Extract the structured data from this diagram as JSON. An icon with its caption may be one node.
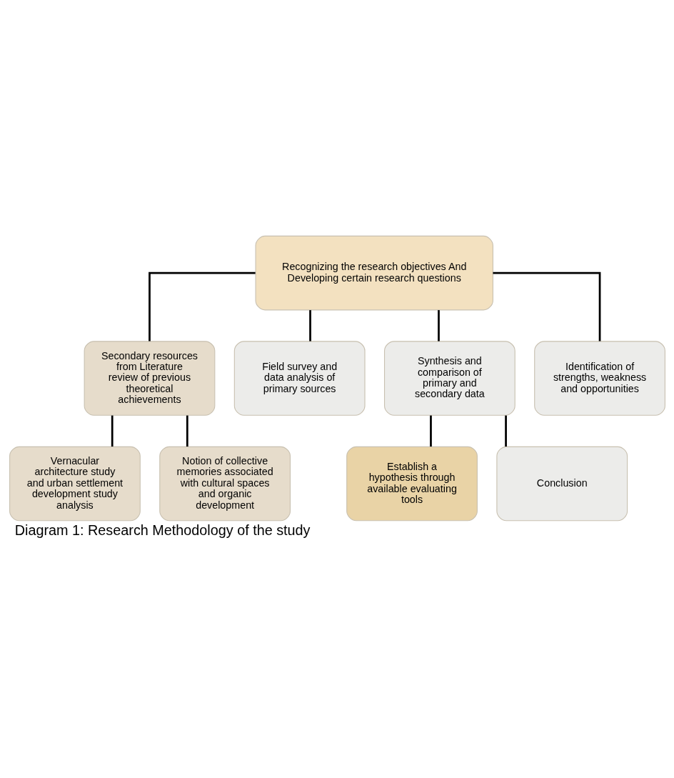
{
  "diagram": {
    "caption": "Diagram 1: Research Methodology of the study",
    "nodes": [
      {
        "text": [
          "Recognizing the research objectives And Developing certain research questions"
        ]
      },
      {
        "text": [
          "Secondary resources from Literature review of previous theoretical achievements"
        ]
      },
      {
        "text": [
          "Vernacular architecture study and urban settlement development study analysis"
        ]
      },
      {
        "text": [
          "Notion of collective memories associated with cultural spaces and organic development"
        ]
      },
      {
        "text": [
          "Field survey and data analysis of primary sources"
        ]
      },
      {
        "text": [
          "Synthesis and comparison of primary and secondary data"
        ]
      },
      {
        "text": [
          "Identification of strengths, weakness and opportunities"
        ]
      },
      {
        "text": [
          "Establish a hypothesis through available evaluating tools"
        ]
      },
      {
        "text": [
          "Conclusion"
        ]
      }
    ],
    "edges": [
      {
        "from": 0,
        "to": 1,
        "arrow": "none"
      },
      {
        "from": 1,
        "to": 2,
        "arrow": "none"
      },
      {
        "from": 1,
        "to": 3,
        "arrow": "none"
      },
      {
        "from": 0,
        "to": 4,
        "arrow": "none"
      },
      {
        "from": 0,
        "to": 5,
        "arrow": "none"
      },
      {
        "from": 0,
        "to": 6,
        "arrow": "none"
      },
      {
        "from": 5,
        "to": 7,
        "arrow": "none"
      },
      {
        "from": 5,
        "to": 8,
        "arrow": "none"
      }
    ]
  }
}
